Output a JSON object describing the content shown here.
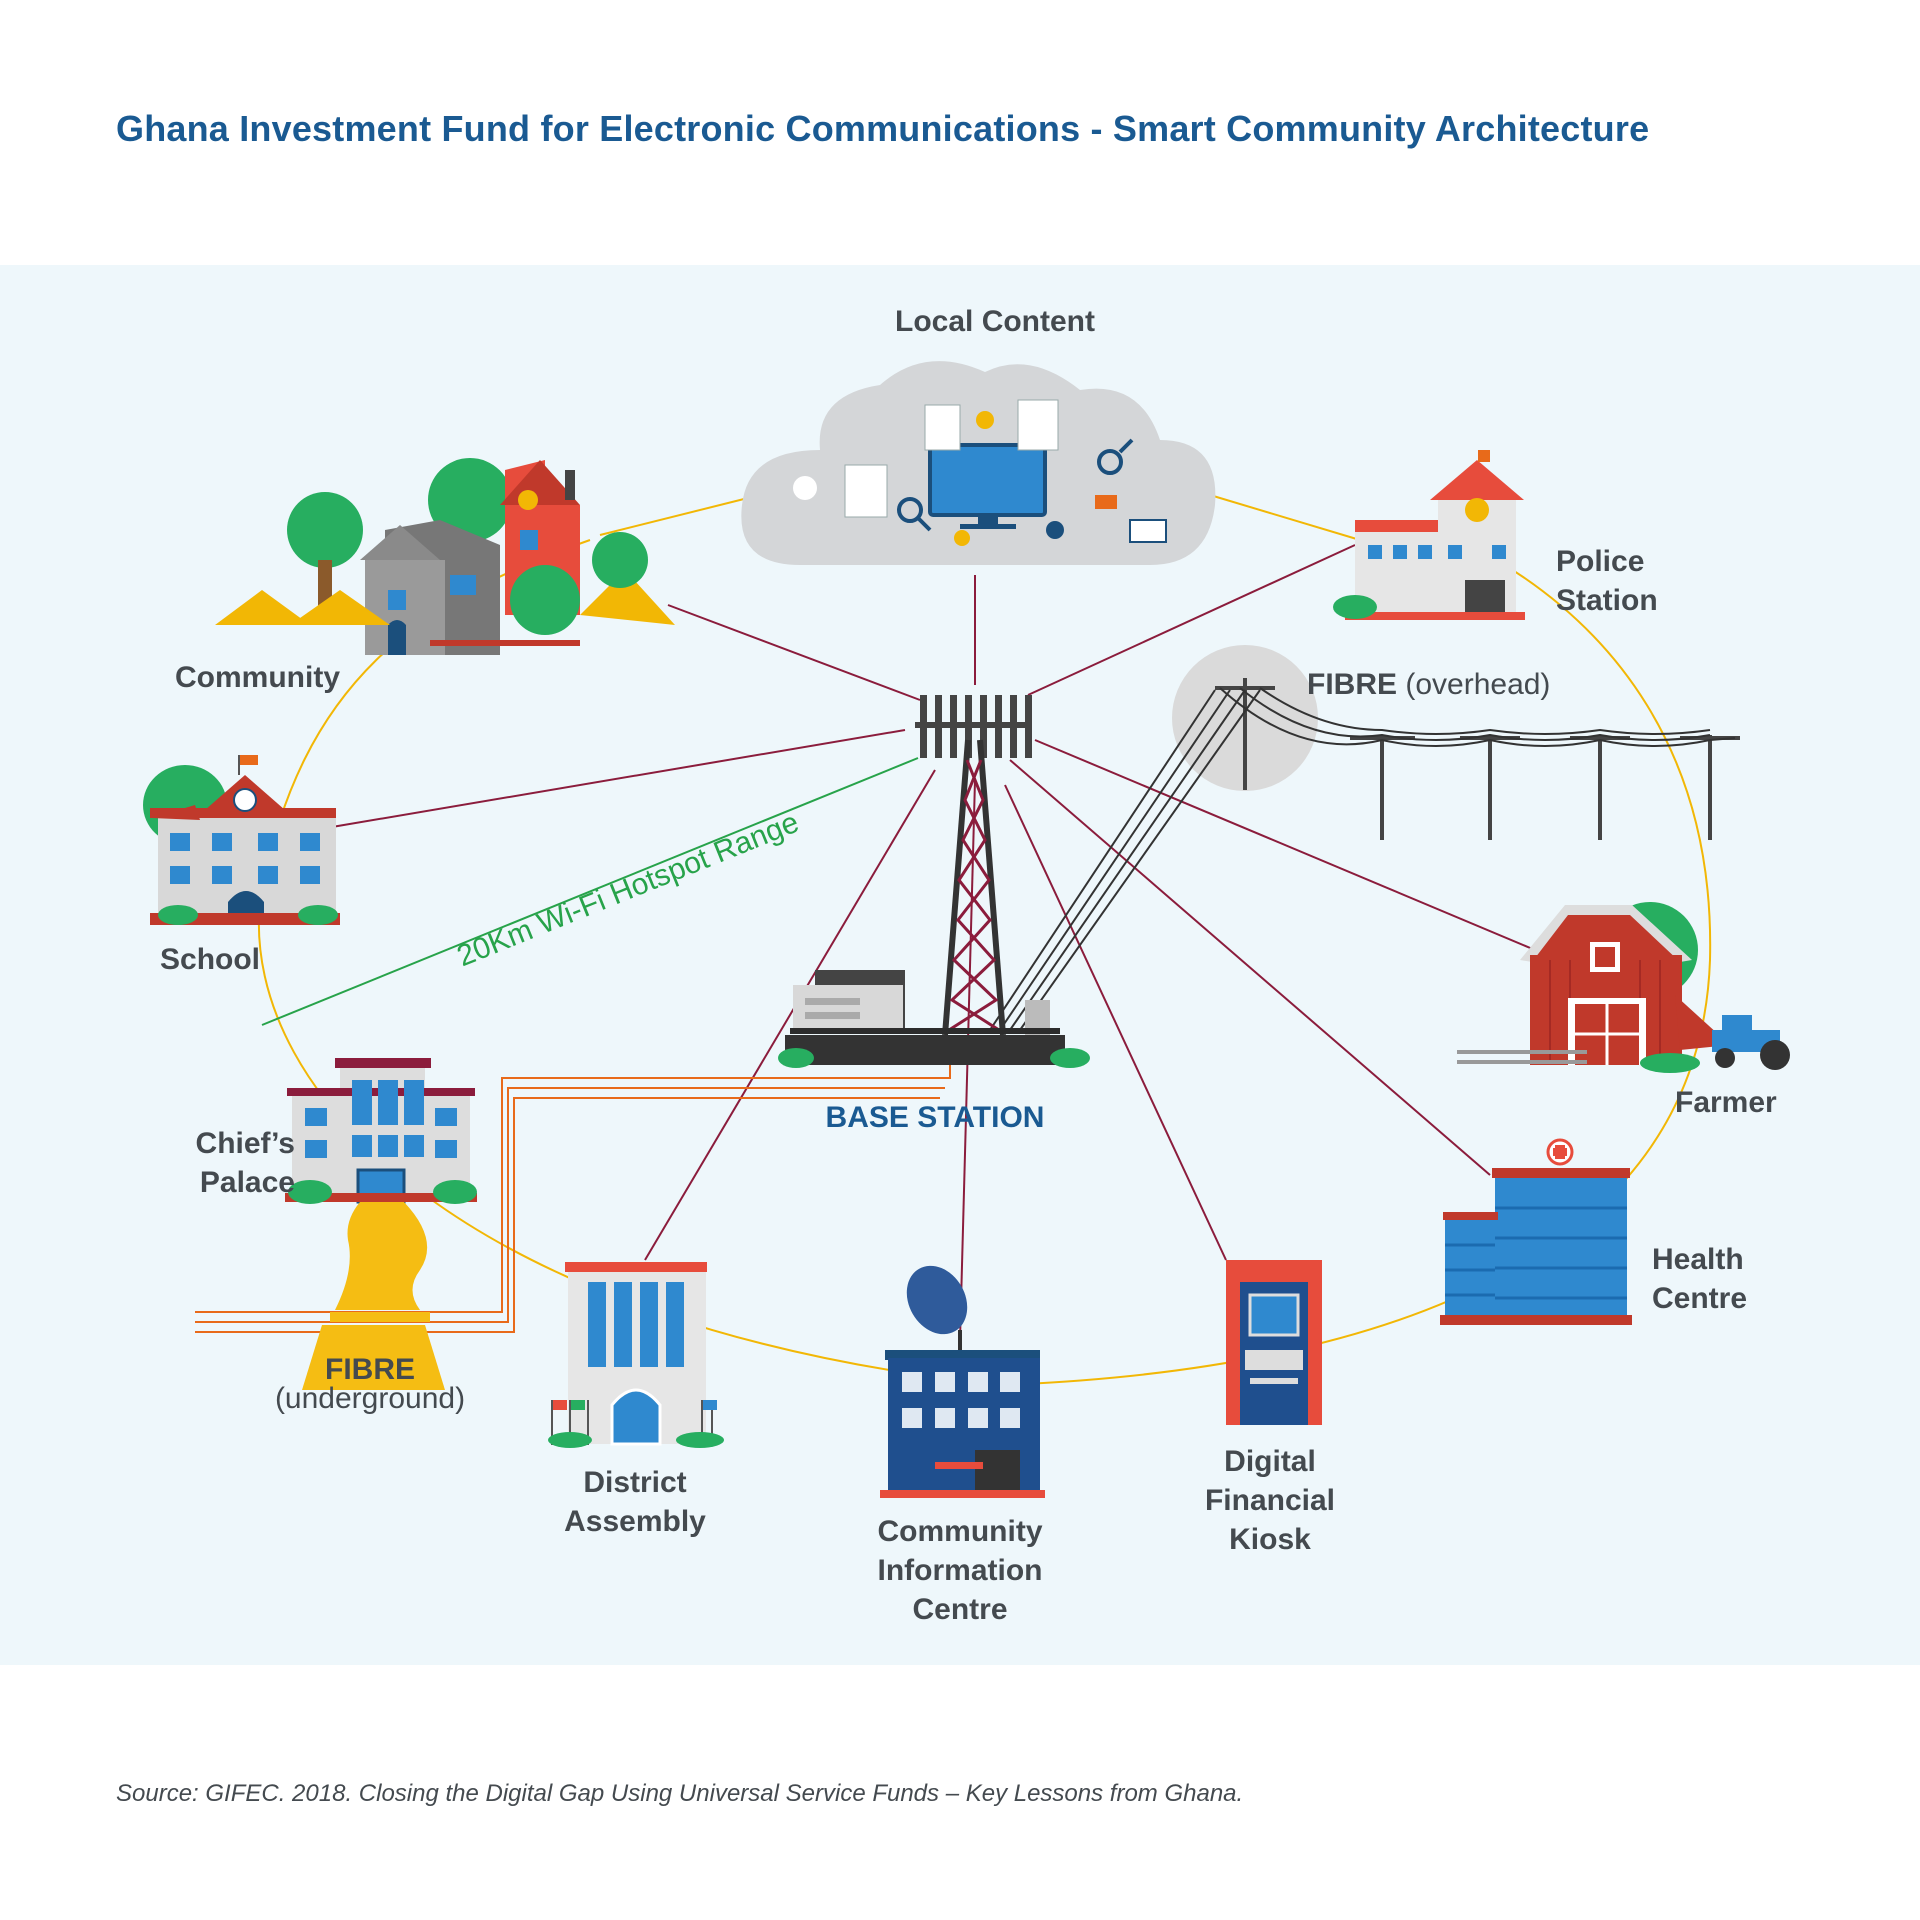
{
  "title": "Ghana Investment Fund for Electronic Communications - Smart Community Architecture",
  "nodes": {
    "local_content": "Local Content",
    "police_station_l1": "Police",
    "police_station_l2": "Station",
    "community": "Community",
    "school": "School",
    "farmer": "Farmer",
    "chiefs_palace_l1": "Chief’s",
    "chiefs_palace_l2": "Palace",
    "health_centre_l1": "Health",
    "health_centre_l2": "Centre",
    "district_assembly_l1": "District",
    "district_assembly_l2": "Assembly",
    "cic_l1": "Community",
    "cic_l2": "Information",
    "cic_l3": "Centre",
    "kiosk_l1": "Digital",
    "kiosk_l2": "Financial",
    "kiosk_l3": "Kiosk",
    "base_station": "BASE STATION"
  },
  "fibre_overhead": {
    "main": "FIBRE",
    "sub": "(overhead)"
  },
  "fibre_underground": {
    "main": "FIBRE",
    "sub": "(underground)"
  },
  "wifi_range": "20Km Wi-Fi Hotspot Range",
  "source": "Source: GIFEC. 2018. Closing the Digital Gap Using Universal Service Funds – Key Lessons from Ghana.",
  "colors": {
    "title_blue": "#1a5a92",
    "panel_bg": "#eef7fb",
    "link_line": "#8b1c3c",
    "ring_line": "#f2b705",
    "wifi_green": "#27a34a",
    "fibre_orange": "#e86a1a"
  }
}
